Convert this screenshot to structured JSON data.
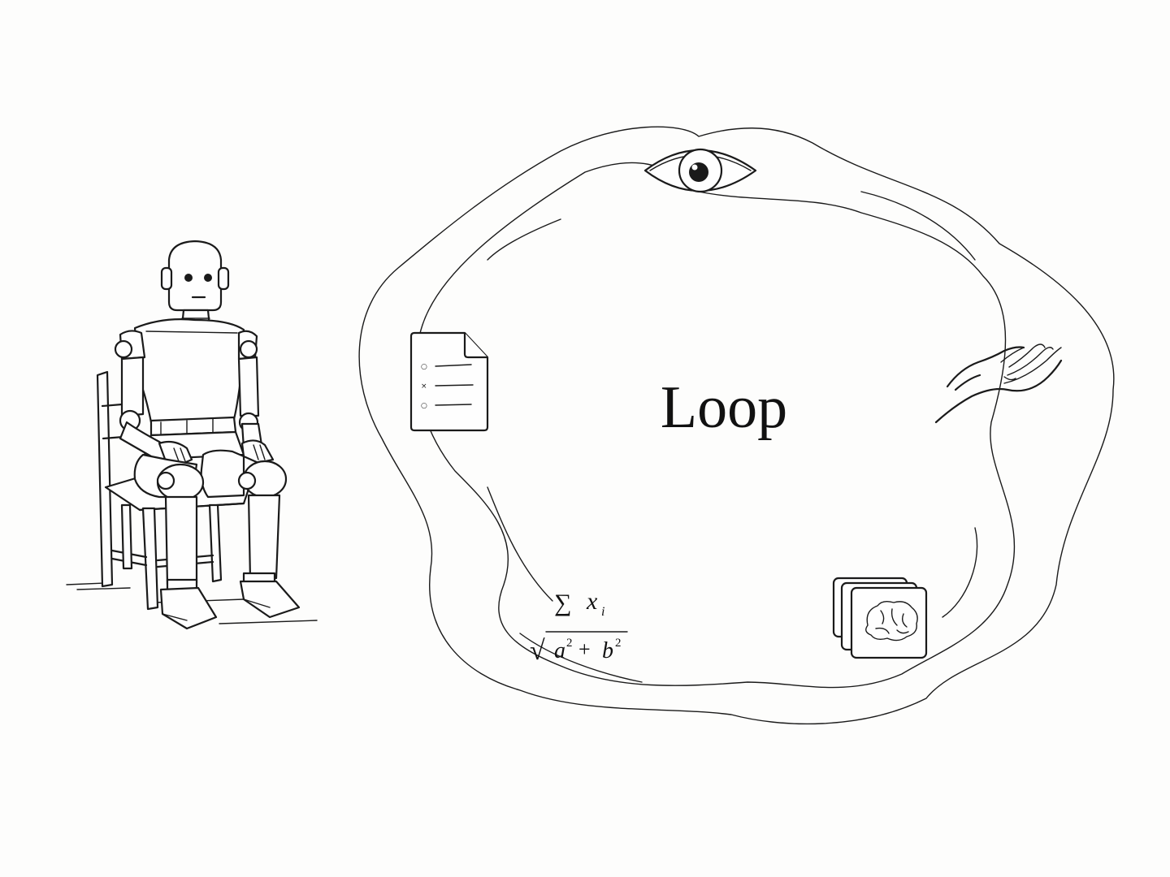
{
  "loop": {
    "title": "Loop"
  },
  "formula": {
    "sum_symbol": "∑",
    "sum_term": "x",
    "sum_index": "i",
    "radical_symbol": "√",
    "term_a": "a",
    "exponent_a": "2",
    "plus": "+",
    "term_b": "b",
    "exponent_b": "2"
  },
  "checklist": {
    "marks": [
      "○",
      "×",
      "○"
    ]
  },
  "icons": [
    "robot",
    "chair",
    "eye-icon",
    "hand-icon",
    "document-icon",
    "brain-icon"
  ],
  "colors": {
    "ink": "#1a1a1a",
    "paper": "#fdfdfc"
  }
}
